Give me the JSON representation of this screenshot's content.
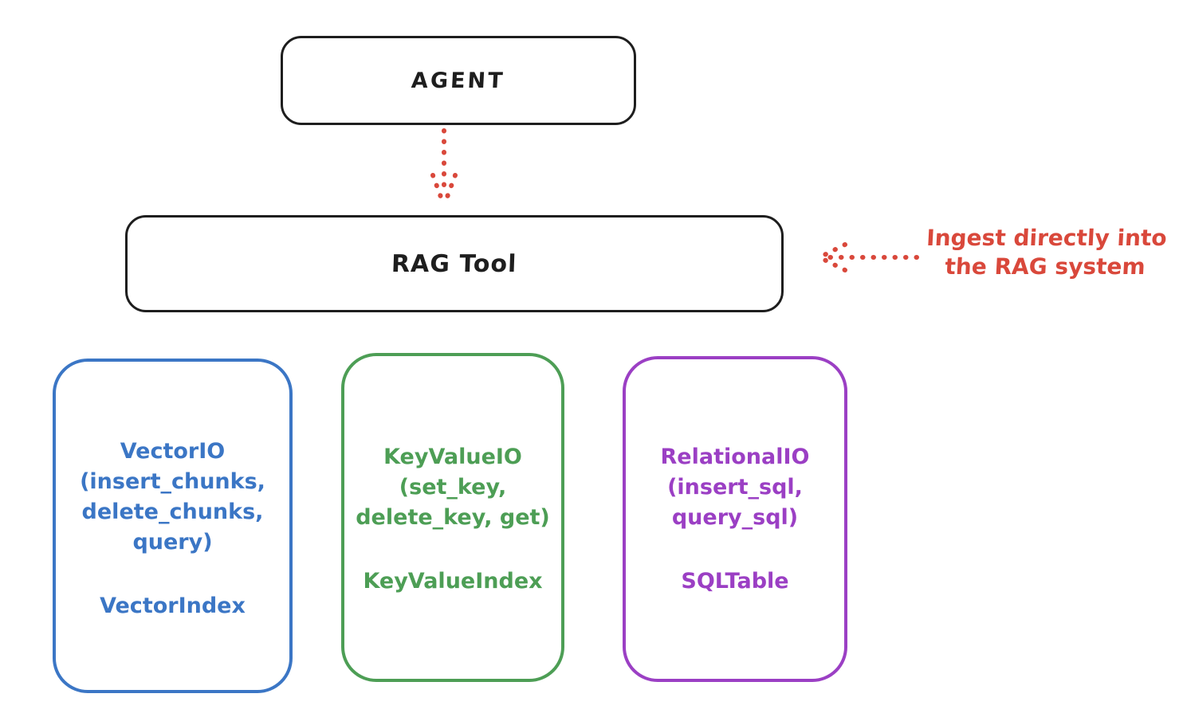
{
  "canvas": {
    "background": "#ffffff",
    "ink_color": "#1e1e1e",
    "accent_red": "#d9483b"
  },
  "nodes": {
    "agent": {
      "label": "AGENT"
    },
    "rag_tool": {
      "label": "RAG Tool"
    },
    "vector_io": {
      "color": "#3b76c5",
      "lines": [
        "VectorIO",
        "(insert_chunks,",
        "delete_chunks,",
        "query)"
      ],
      "index_label": "VectorIndex"
    },
    "key_value_io": {
      "color": "#4d9e55",
      "lines": [
        "KeyValueIO",
        "(set_key,",
        "delete_key, get)"
      ],
      "index_label": "KeyValueIndex"
    },
    "relational_io": {
      "color": "#9b3fc4",
      "lines": [
        "RelationalIO",
        "(insert_sql,",
        "query_sql)"
      ],
      "index_label": "SQLTable"
    }
  },
  "annotation": {
    "line1": "Ingest directly into",
    "line2": "the RAG system",
    "color": "#d9483b"
  }
}
